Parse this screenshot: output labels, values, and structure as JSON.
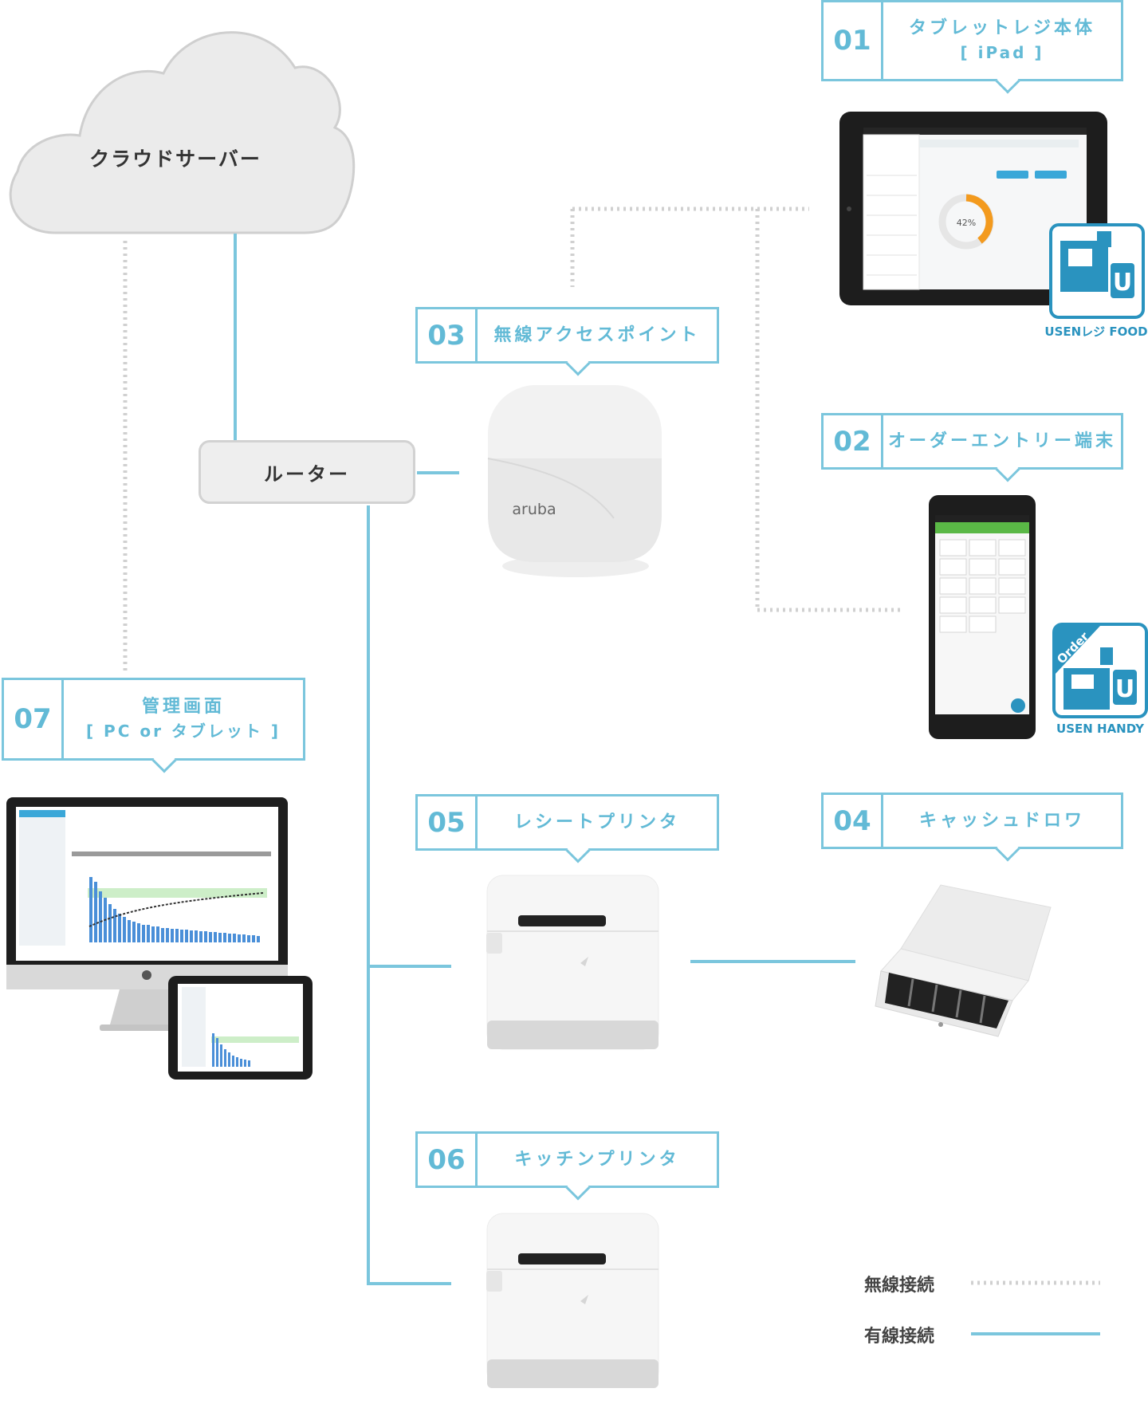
{
  "cloud": {
    "label": "クラウドサーバー"
  },
  "router": {
    "label": "ルーター"
  },
  "devices": [
    {
      "number": "01",
      "name": "タブレットレジ本体",
      "sub": "[ iPad ]"
    },
    {
      "number": "02",
      "name": "オーダーエントリー端末",
      "sub": ""
    },
    {
      "number": "03",
      "name": "無線アクセスポイント",
      "sub": ""
    },
    {
      "number": "04",
      "name": "キャッシュドロワ",
      "sub": ""
    },
    {
      "number": "05",
      "name": "レシートプリンタ",
      "sub": ""
    },
    {
      "number": "06",
      "name": "キッチンプリンタ",
      "sub": ""
    },
    {
      "number": "07",
      "name": "管理画面",
      "sub": "[ PC or タブレット ]"
    }
  ],
  "access_point_brand": "aruba",
  "tablet_screen": {
    "percent": "42%"
  },
  "badges": {
    "usen_food": "USENレジ FOOD",
    "usen_handy": "USEN HANDY",
    "order": "Order"
  },
  "legend": {
    "wireless": "無線接続",
    "wired": "有線接続"
  },
  "colors": {
    "accent": "#62bad6",
    "line": "#7bc6dd",
    "dotted": "#cfcfcf",
    "badge": "#2a93bf"
  }
}
